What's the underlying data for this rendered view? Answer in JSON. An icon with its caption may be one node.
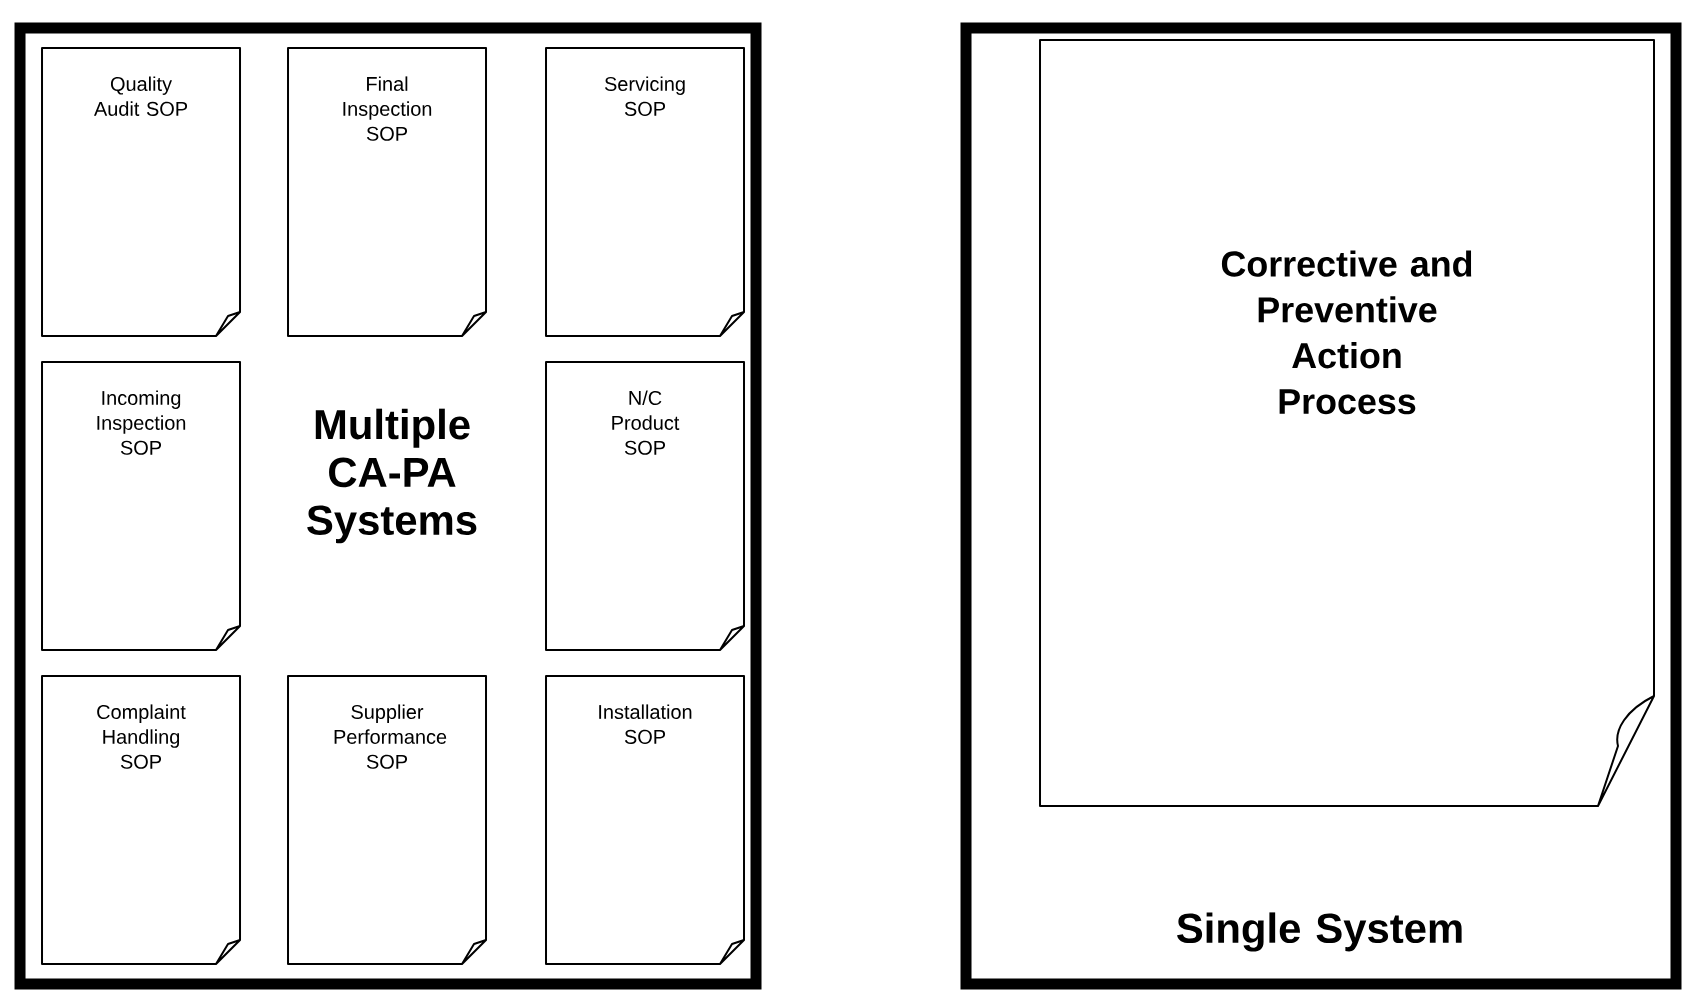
{
  "diagram": {
    "nodes": [
      {
        "text": [
          "Multiple CA-PA Systems"
        ]
      },
      {
        "text": [
          "Quality Audit SOP"
        ],
        "in": 0
      },
      {
        "text": [
          "Final Inspection SOP"
        ],
        "in": 0
      },
      {
        "text": [
          "Servicing SOP"
        ],
        "in": 0
      },
      {
        "text": [
          "Incoming Inspection SOP"
        ],
        "in": 0
      },
      {
        "text": [
          "N/C Product SOP"
        ],
        "in": 0
      },
      {
        "text": [
          "Complaint Handling SOP"
        ],
        "in": 0
      },
      {
        "text": [
          "Supplier Performance SOP"
        ],
        "in": 0
      },
      {
        "text": [
          "Installation SOP"
        ],
        "in": 0
      },
      {
        "text": [
          "Single System"
        ]
      },
      {
        "text": [
          "Corrective and Preventive Action Process"
        ],
        "in": 9
      }
    ]
  }
}
